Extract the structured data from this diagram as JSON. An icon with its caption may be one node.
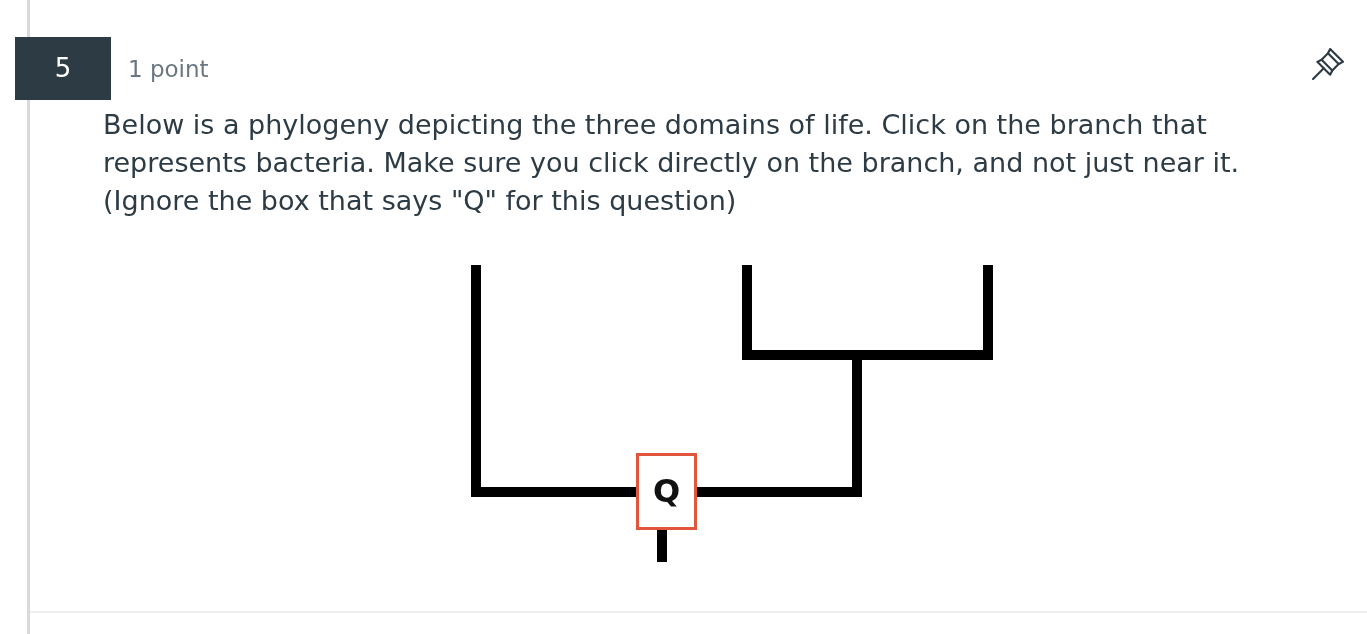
{
  "diagram": {
    "nodes": [
      {
        "text": [
          "5"
        ],
        "beside": [
          "1 point"
        ]
      },
      {
        "text": [
          "Q"
        ]
      }
    ],
    "labels": [
      "Below is a phylogeny depicting the three domains of life. Click on the branch that represents bacteria. Make sure you click directly on the branch, and not just near it. (Ignore the box that says \"Q\" for this question)"
    ]
  }
}
